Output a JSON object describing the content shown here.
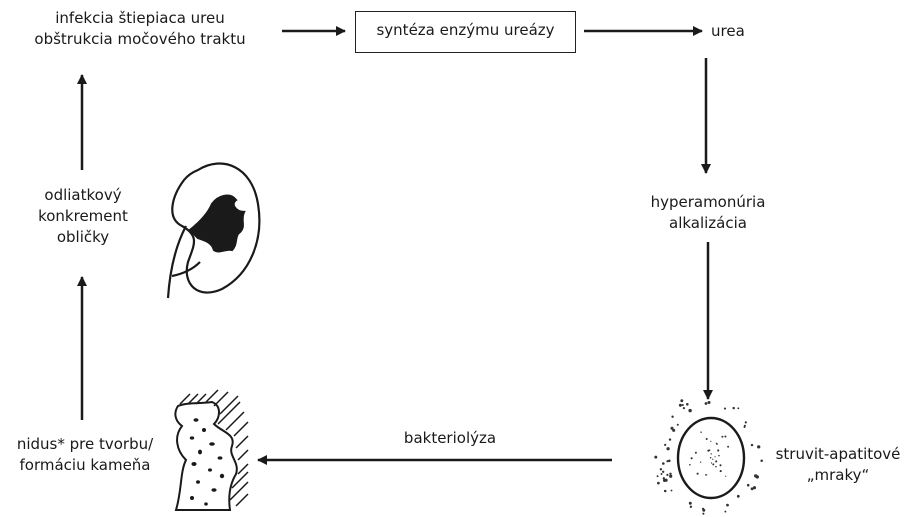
{
  "diagram": {
    "node_infection": [
      "infekcia štiepiaca ureu",
      "obštrukcia močového traktu"
    ],
    "node_enzyme": "syntéza enzýmu ureázy",
    "node_urea": "urea",
    "node_hyper": [
      "hyperamonúria",
      "alkalizácia"
    ],
    "node_struvit": [
      "struvit-apatitové",
      "„mraky“"
    ],
    "edge_bacteriolysis": "bakteriolýza",
    "node_nidus": [
      "nidus* pre tvorbu/",
      "formáciu kameňa"
    ],
    "node_stone": [
      "odliatkový",
      "konkrement",
      "obličky"
    ]
  }
}
